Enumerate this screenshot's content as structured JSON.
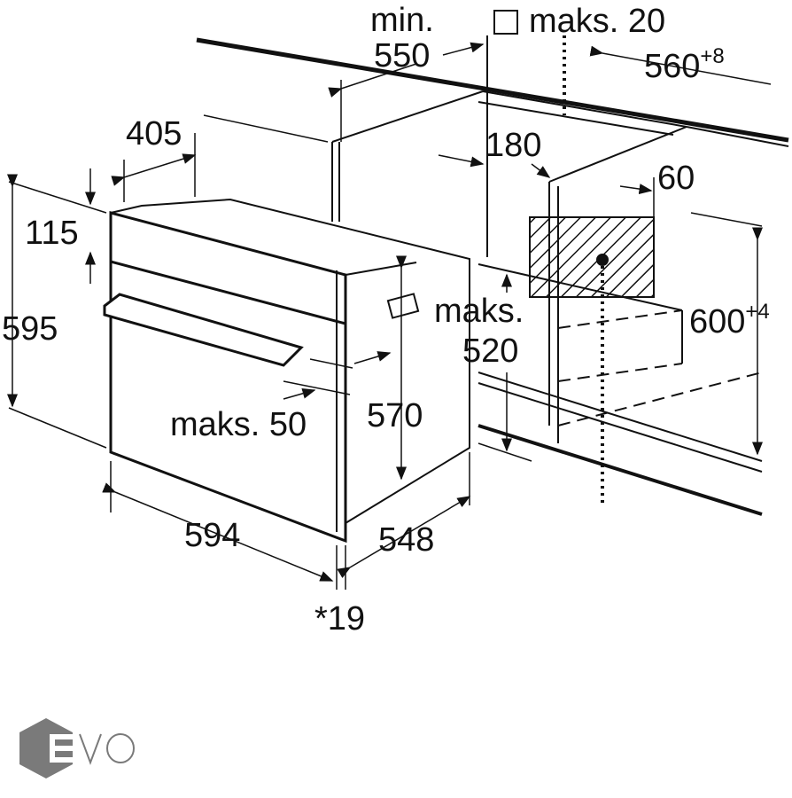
{
  "diagram": {
    "title": "Built-in oven installation dimensions",
    "labels": {
      "min": "min.",
      "d550": "550",
      "maks20": "maks. 20",
      "d560": "560",
      "d560_tol": "+8",
      "d405": "405",
      "d180": "180",
      "d60": "60",
      "d115": "115",
      "d595": "595",
      "d600": "600",
      "d600_tol": "+4",
      "maks": "maks.",
      "d520": "520",
      "maks50": "maks. 50",
      "d570": "570",
      "d594": "594",
      "d548": "548",
      "d19": "*19"
    },
    "logo": {
      "text": "EVO",
      "color": "#7a7a7a"
    },
    "colors": {
      "line": "#111111",
      "background": "#ffffff"
    }
  }
}
